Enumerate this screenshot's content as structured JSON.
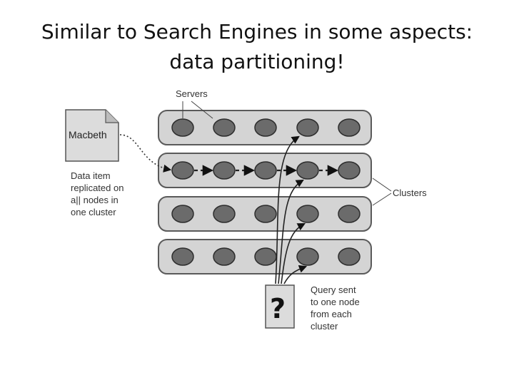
{
  "title": {
    "line1": "Similar to Search Engines in some aspects:",
    "line2": "data partitioning!"
  },
  "diagram": {
    "servers_label": "Servers",
    "clusters_label": "Clusters",
    "document_label": "Macbeth",
    "data_item_note": [
      "Data item",
      "replicated on",
      "a|| nodes in",
      "one cluster"
    ],
    "query_symbol": "?",
    "query_note": [
      "Query sent",
      "to one node",
      "from each",
      "cluster"
    ],
    "cluster_count": 4,
    "nodes_per_cluster": 5,
    "colors": {
      "cluster_fill": "#d4d4d4",
      "node_fill": "#6b6b6b",
      "document_fill": "#dcdcdc",
      "query_box_fill": "#dcdcdc"
    }
  }
}
